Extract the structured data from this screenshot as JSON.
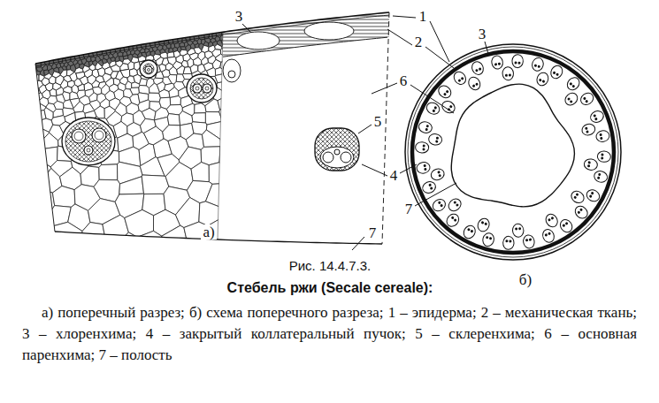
{
  "diagram": {
    "title": "Стебель ржи (Secale cereale):",
    "caption": "а) поперечный разрез; б) схема поперечного разреза; 1 – эпидерма; 2 – механическая ткань; 3 – хлоренхима; 4 – закрытый коллатеральный пучок; 5 – склеренхима; 6 – основная паренхима; 7 – полость",
    "labels": [
      "3",
      "1",
      "2",
      "6",
      "5",
      "4",
      "7",
      "3",
      "7",
      "а)",
      "б)",
      "Рис. 14.4.7.3."
    ]
  }
}
